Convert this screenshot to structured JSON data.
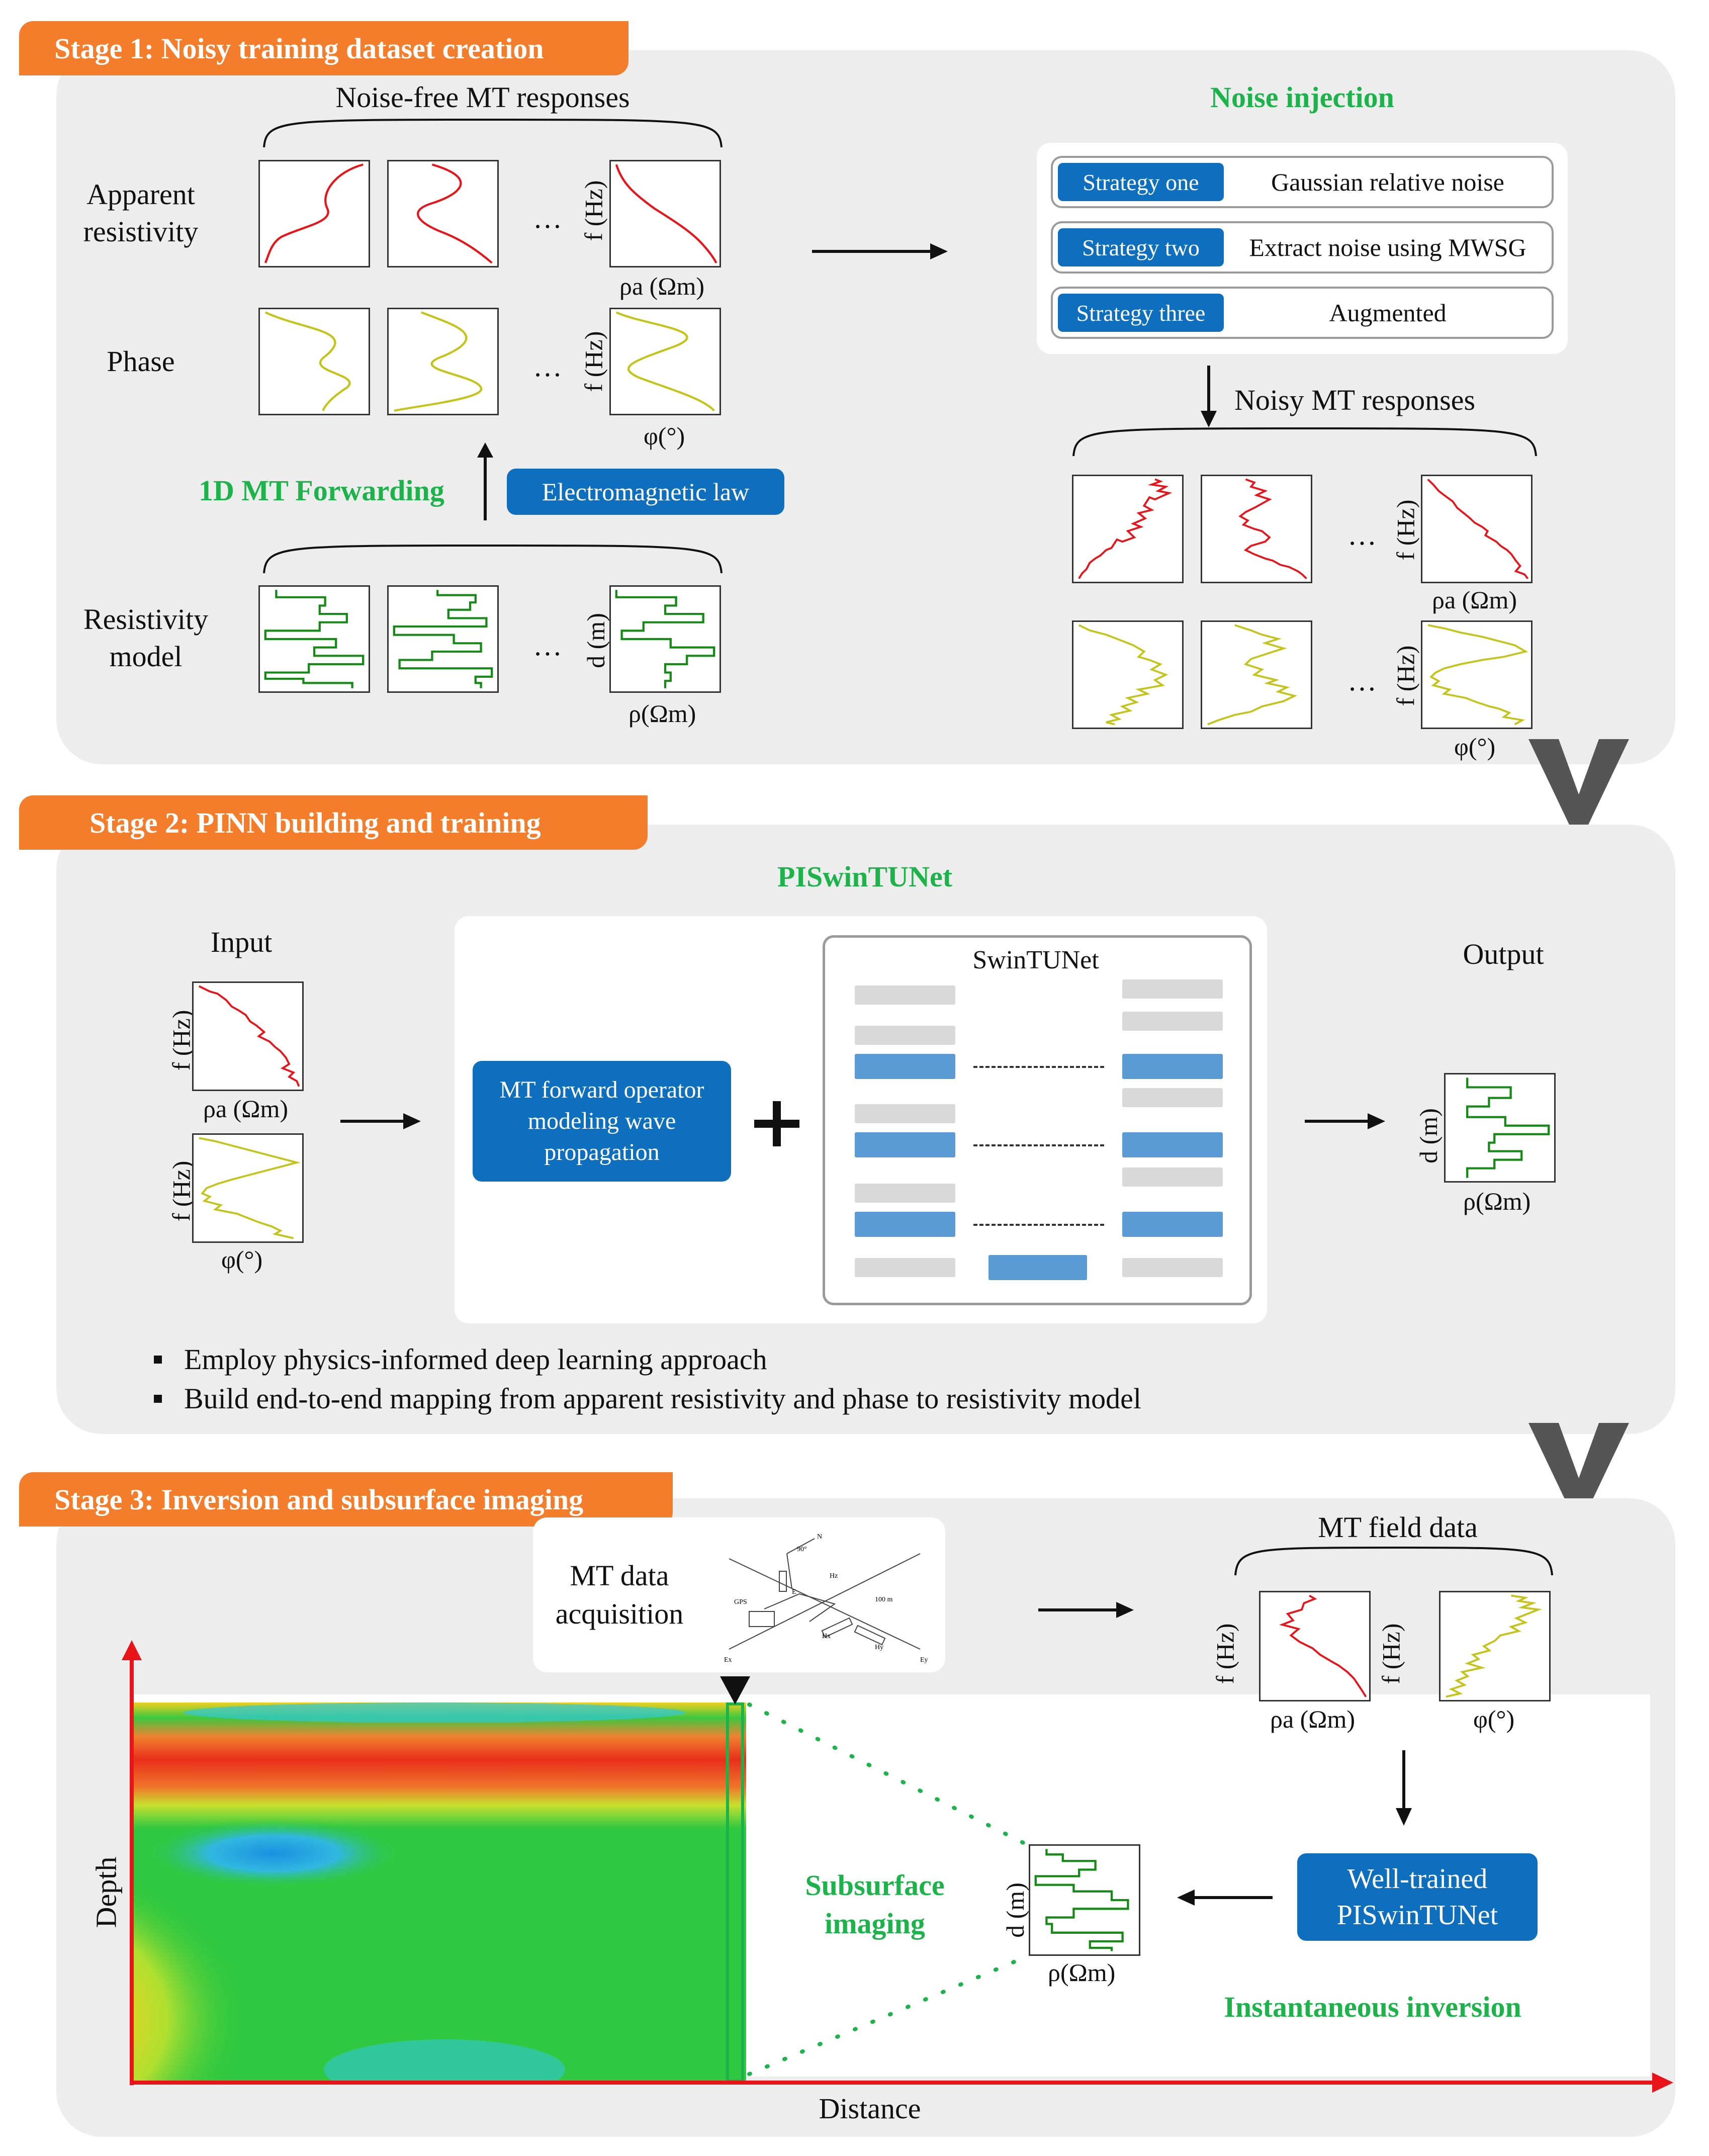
{
  "stage1": {
    "tab_label": "Stage 1: Noisy training dataset creation",
    "noise_free_label": "Noise-free MT responses",
    "row_apparent_resistivity": "Apparent\nresistivity",
    "row_phase": "Phase",
    "row_resistivity_model": "Resistivity\nmodel",
    "forwarding_label": "1D MT Forwarding",
    "em_law_label": "Electromagnetic law",
    "ellipsis": "…",
    "axis_f": "f (Hz)",
    "axis_d": "d (m)",
    "axis_rho_a": "ρa (Ωm)",
    "axis_phi": "φ(°)",
    "axis_rho": "ρ(Ωm)",
    "noise_injection_title": "Noise injection",
    "strategies": [
      {
        "tag": "Strategy one",
        "desc": "Gaussian relative noise"
      },
      {
        "tag": "Strategy two",
        "desc": "Extract noise using MWSG"
      },
      {
        "tag": "Strategy three",
        "desc": "Augmented"
      }
    ],
    "noisy_label": "Noisy MT responses"
  },
  "stage2": {
    "tab_label": "Stage 2: PINN building and training",
    "network_title": "PISwinTUNet",
    "input_label": "Input",
    "output_label": "Output",
    "operator_label": "MT forward operator modeling wave propagation",
    "swin_label": "SwinTUNet",
    "bullets": [
      "Employ physics-informed deep learning approach",
      "Build end-to-end mapping from apparent resistivity and phase to resistivity model"
    ]
  },
  "stage3": {
    "tab_label": "Stage 3: Inversion and subsurface imaging",
    "acquisition_label": "MT data\nacquisition",
    "field_data_label": "MT field data",
    "trained_label": "Well-trained\nPISwinTUNet",
    "instant_label": "Instantaneous inversion",
    "subsurface_label": "Subsurface\nimaging",
    "depth_label": "Depth",
    "distance_label": "Distance",
    "sketch_labels": {
      "n": "N",
      "e": "E",
      "angle": "90°",
      "gps": "GPS",
      "hz": "Hz",
      "hx": "Hx",
      "hy": "Hy",
      "ex": "Ex",
      "ey": "Ey",
      "dist": "100 m"
    }
  },
  "colors": {
    "tab_orange": "#f47d2b",
    "panel_gray": "#ededed",
    "accent_green": "#1bb34a",
    "button_blue": "#0f6fbf",
    "bar_blue": "#5b9bd5",
    "curve_red": "#e8141a",
    "curve_yellow": "#c4c418",
    "curve_green": "#168a16",
    "axis_red": "#e8141a",
    "chevron_gray": "#555555"
  }
}
